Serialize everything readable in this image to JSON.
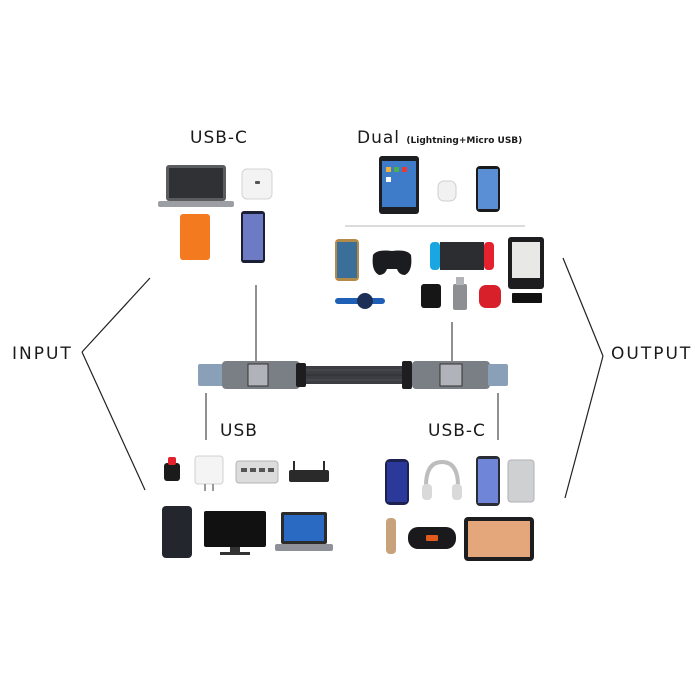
{
  "labels": {
    "usbc_top": "USB-C",
    "dual_main": "Dual",
    "dual_sub": "(Lightning+Micro USB)",
    "input": "INPUT",
    "output": "OUTPUT",
    "usb_bottom": "USB",
    "usbc_bottom": "USB-C"
  },
  "colors": {
    "orange_powerbank": "#f47a20",
    "red_switch": "#e4212d",
    "blue_switch": "#1aa6e0",
    "cable": "#3b3d42",
    "connector": "#7a7e85",
    "plug": "#8aa0b8"
  },
  "devices": {
    "top_left": [
      "macbook-icon",
      "usbc-charger-icon",
      "orange-powerbank-icon",
      "samsung-phone-icon"
    ],
    "top_right_row1": [
      "ipad-icon",
      "airpods-icon",
      "iphone-icon"
    ],
    "top_right_row2": [
      "galaxy-phone-icon",
      "gamepad-icon",
      "nintendo-switch-icon",
      "kindle-icon"
    ],
    "top_right_row3": [
      "smartwatch-icon",
      "power-bank-black-icon",
      "vape-icon",
      "red-speaker-icon",
      "card-icon"
    ],
    "bottom_left": [
      "car-charger-icon",
      "wall-adapter-icon",
      "usb-hub-icon",
      "router-icon",
      "power-bank-dark-icon",
      "monitor-icon",
      "laptop-windows-icon"
    ],
    "bottom_right": [
      "galaxy-phone-icon",
      "headphones-icon",
      "android-phone-icon",
      "silver-powerbank-icon",
      "stick-device-icon",
      "jbl-speaker-icon",
      "tablet-icon"
    ]
  }
}
